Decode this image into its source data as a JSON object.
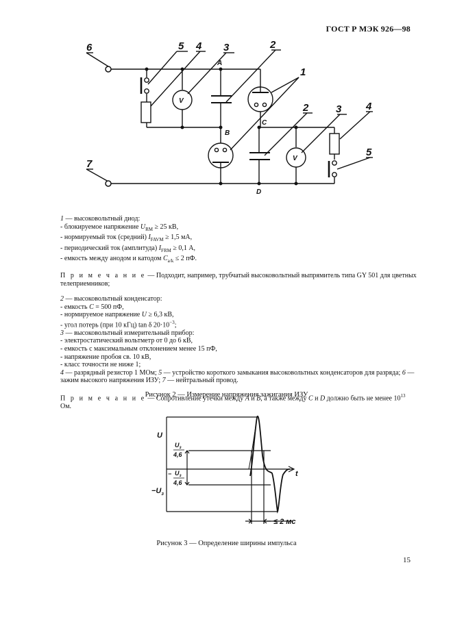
{
  "header": {
    "standard": "ГОСТ Р МЭК 926—98"
  },
  "circuit": {
    "callouts": {
      "n1": "1",
      "n2": "2",
      "n3": "3",
      "n4": "4",
      "n5": "5",
      "n6": "6",
      "n7": "7"
    },
    "nodes": {
      "a": "A",
      "b": "B",
      "c": "C",
      "d": "D"
    },
    "meter": "V"
  },
  "legend": {
    "item1_num": "1",
    "item1_title": " — высоковольтный диод:",
    "item1_l1_pre": "- блокируемое напряжение ",
    "item1_l1_sym": "U",
    "item1_l1_sub": "RM",
    "item1_l1_post": " ≥ 25 кВ,",
    "item1_l2_pre": "- нормируемый ток (средний) ",
    "item1_l2_sym": "I",
    "item1_l2_sub": "FAVM",
    "item1_l2_post": " ≥ 1,5 мА,",
    "item1_l3_pre": "- периодический ток (амплитуда) ",
    "item1_l3_sym": "I",
    "item1_l3_sub": "FRM",
    "item1_l3_post": " ≥ 0,1 А,",
    "item1_l4_pre": "- емкость между анодом и катодом ",
    "item1_l4_sym": "C",
    "item1_l4_sub": "a/k",
    "item1_l4_post": " ≤ 2 пФ.",
    "note1_label": "П р и м е ч а н и е",
    "note1_text": " — Подходит, например, трубчатый высоковольтный выпрямитель типа GY 501 для цветных телеприемников;",
    "item2_num": "2",
    "item2_title": " — высоковольтный конденсатор:",
    "item2_l1_pre": "- емкость ",
    "item2_l1_sym": "C",
    "item2_l1_post": " = 500 пФ,",
    "item2_l2_pre": "- нормируемое напряжение ",
    "item2_l2_sym": "U",
    "item2_l2_post": " ≥ 6,3 кВ,",
    "item2_l3_pre": "- угол потерь (при 10 кГц) tan δ 20·10",
    "item2_l3_sup": "−3",
    "item2_l3_post": ";",
    "item3_num": "3",
    "item3_title": " — высоковольтный измерительный прибор:",
    "item3_l1": "- электростатический вольтметр от 0 до 6 кВ,",
    "item3_l2": "- емкость с максимальным отклонением менее 15 пФ,",
    "item3_l3": "- напряжение пробоя св. 10 кВ,",
    "item3_l4": "- класс точности не ниже 1;",
    "item4_num": "4",
    "item4_text": " — разрядный резистор 1 МОм; ",
    "item5_num": "5",
    "item5_text": " — устройство короткого замыкания высоковольтных конденсаторов для разряда; ",
    "item6_num": "6",
    "item6_text": " — зажим высокого напряжения ИЗУ; ",
    "item7_num": "7",
    "item7_text": " — нейтральный провод.",
    "note2_label": "П р и м е ч а н и е",
    "note2_t1": " — Сопротивление утечки между ",
    "note2_a": "A",
    "note2_t2": " и ",
    "note2_b": "B",
    "note2_t3": ", а также между ",
    "note2_c": "C",
    "note2_t4": " и ",
    "note2_d": "D",
    "note2_t5": " должно быть не менее 10",
    "note2_sup": "13",
    "note2_t6": " Ом."
  },
  "figure2_caption": "Рисунок 2 — Измерение напряжения зажигания ИЗУ",
  "pulse": {
    "u_label": "U",
    "neg_label": "−U",
    "neg_sub": "з",
    "frac_top": "U",
    "frac_top_sub": "з",
    "frac_bottom": "4,6",
    "neg_frac_prefix": "−",
    "t_label": "t",
    "width_label": "≤ 2 мс"
  },
  "figure3_caption": "Рисунок 3 — Определение ширины импульса",
  "page_number": "15"
}
